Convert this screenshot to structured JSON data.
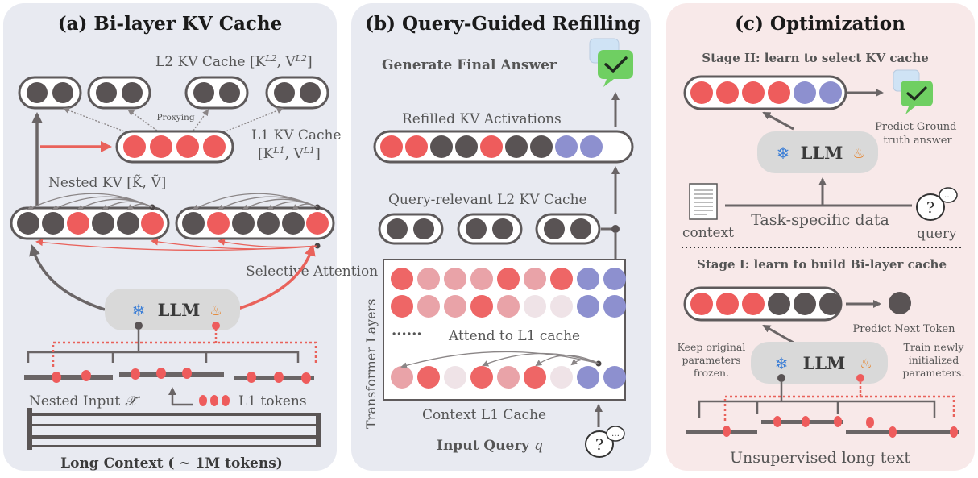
{
  "colors": {
    "panel_a_bg": "#e8eaf1",
    "panel_b_bg": "#e8eaf1",
    "panel_c_bg": "#f8e9e9",
    "red_token": "#ee5c5c",
    "gray_token": "#595354",
    "blue_token": "#8d90cf",
    "pill_border": "#5e5a5b",
    "llm_fill": "#d9d9d9",
    "arrow_gray": "#6a6566",
    "arrow_red": "#e9625b"
  },
  "panel_a": {
    "title": "(a) Bi-layer KV Cache",
    "l2_label": "L2 KV Cache [K",
    "l2_sup": "L2",
    "l2_mid": ", V",
    "l2_sup2": "L2",
    "l2_end": "]",
    "proxying": "Proxying",
    "l1_label_line1": "L1 KV Cache",
    "l1_label_line2": "[K",
    "l1_sup": "L1",
    "l1_mid": ", V",
    "l1_sup2": "L1",
    "l1_end": "]",
    "nested_kv": "Nested KV [K̃, Ṽ]",
    "selective_attention": "Selective Attention",
    "llm": "LLM",
    "nested_input": "Nested Input",
    "nested_symbol": "𝒳̃",
    "l1_tokens": "L1 tokens",
    "long_context": "Long Context ( ~ 1M tokens)"
  },
  "panel_b": {
    "title": "(b) Query-Guided Refilling",
    "generate": "Generate Final Answer",
    "refilled": "Refilled KV Activations",
    "query_relevant": "Query-relevant L2 KV Cache",
    "transformer_layers": "Transformer Layers",
    "dots": "······",
    "attend": "Attend to L1 cache",
    "context_l1": "Context L1 Cache",
    "input_query": "Input Query",
    "q_symbol": "q",
    "refilled_tokens": [
      "red",
      "red",
      "gray",
      "gray",
      "red",
      "gray",
      "gray",
      "blue",
      "blue"
    ],
    "matrix_rows": [
      [
        "red",
        "pink",
        "pink",
        "pink",
        "red",
        "pink",
        "red",
        "blue",
        "blue"
      ],
      [
        "red",
        "pink",
        "pink",
        "red",
        "pink",
        "pale",
        "pale",
        "blue",
        "blue"
      ],
      [
        "pink",
        "red",
        "pale",
        "red",
        "pink",
        "red",
        "pale",
        "blue",
        "blue"
      ]
    ]
  },
  "panel_c": {
    "title": "(c) Optimization",
    "stage2": "Stage II: learn to select KV cache",
    "predict_gt_line1": "Predict Ground-",
    "predict_gt_line2": "truth answer",
    "llm": "LLM",
    "context": "context",
    "task_data": "Task-specific data",
    "query": "query",
    "stage1": "Stage I: learn to build Bi-layer cache",
    "predict_next": "Predict Next Token",
    "keep_line1": "Keep original",
    "keep_line2": "parameters",
    "keep_line3": "frozen.",
    "train_line1": "Train newly",
    "train_line2": "initialized",
    "train_line3": "parameters.",
    "unsupervised": "Unsupervised long text",
    "stage2_tokens": [
      "red",
      "red",
      "red",
      "red",
      "blue",
      "blue"
    ],
    "stage1_tokens": [
      "red",
      "red",
      "red",
      "gray",
      "gray",
      "gray"
    ]
  }
}
